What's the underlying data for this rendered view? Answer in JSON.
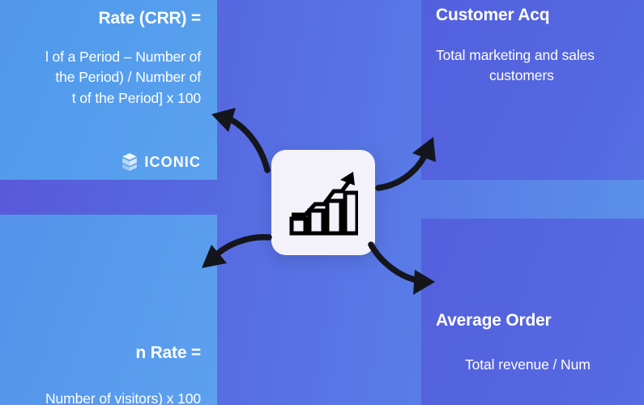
{
  "slide": {
    "background_gradient_from": "#5a57d8",
    "background_gradient_to": "#5b92ea"
  },
  "panels": [
    {
      "id": "customer-retention-rate",
      "position": "top-left",
      "accent": "#529bec",
      "title": "Rate (CRR) =",
      "formula": "l of a Period – Number of\nthe Period) / Number of\nt of the Period] x 100",
      "formula_lines": [
        "l of a Period – Number of",
        "the Period) / Number of",
        "t of the Period] x 100"
      ],
      "clipped": "left"
    },
    {
      "id": "customer-acquisition-cost",
      "position": "top-right",
      "accent": "#5468e1",
      "title": "Customer Acq",
      "formula_lines": [
        "Total marketing and sales",
        "customers"
      ],
      "clipped": "right"
    },
    {
      "id": "conversion-rate",
      "position": "bottom-left",
      "accent": "#5596eb",
      "title": "n Rate =",
      "formula_lines": [
        "Number of visitors) x 100"
      ],
      "clipped": "left"
    },
    {
      "id": "average-order-value",
      "position": "bottom-right",
      "accent": "#5569e1",
      "title": "Average Order",
      "formula_lines": [
        "Total revenue / Num"
      ],
      "clipped": "right"
    }
  ],
  "logo": {
    "name": "ICONIC",
    "mark": "stacked-cubes-icon",
    "color": "#ffffff"
  },
  "center": {
    "icon": "bar-chart-growth-arrow-icon",
    "card_color": "#f3f2fa",
    "icon_color": "#000000"
  },
  "arrows": [
    {
      "id": "arrow-to-top-left",
      "direction": "up-left",
      "color": "#14161c"
    },
    {
      "id": "arrow-to-top-right",
      "direction": "up-right",
      "color": "#14161c"
    },
    {
      "id": "arrow-to-bottom-left",
      "direction": "down-left",
      "color": "#14161c"
    },
    {
      "id": "arrow-to-bottom-right",
      "direction": "down-right",
      "color": "#14161c"
    }
  ]
}
